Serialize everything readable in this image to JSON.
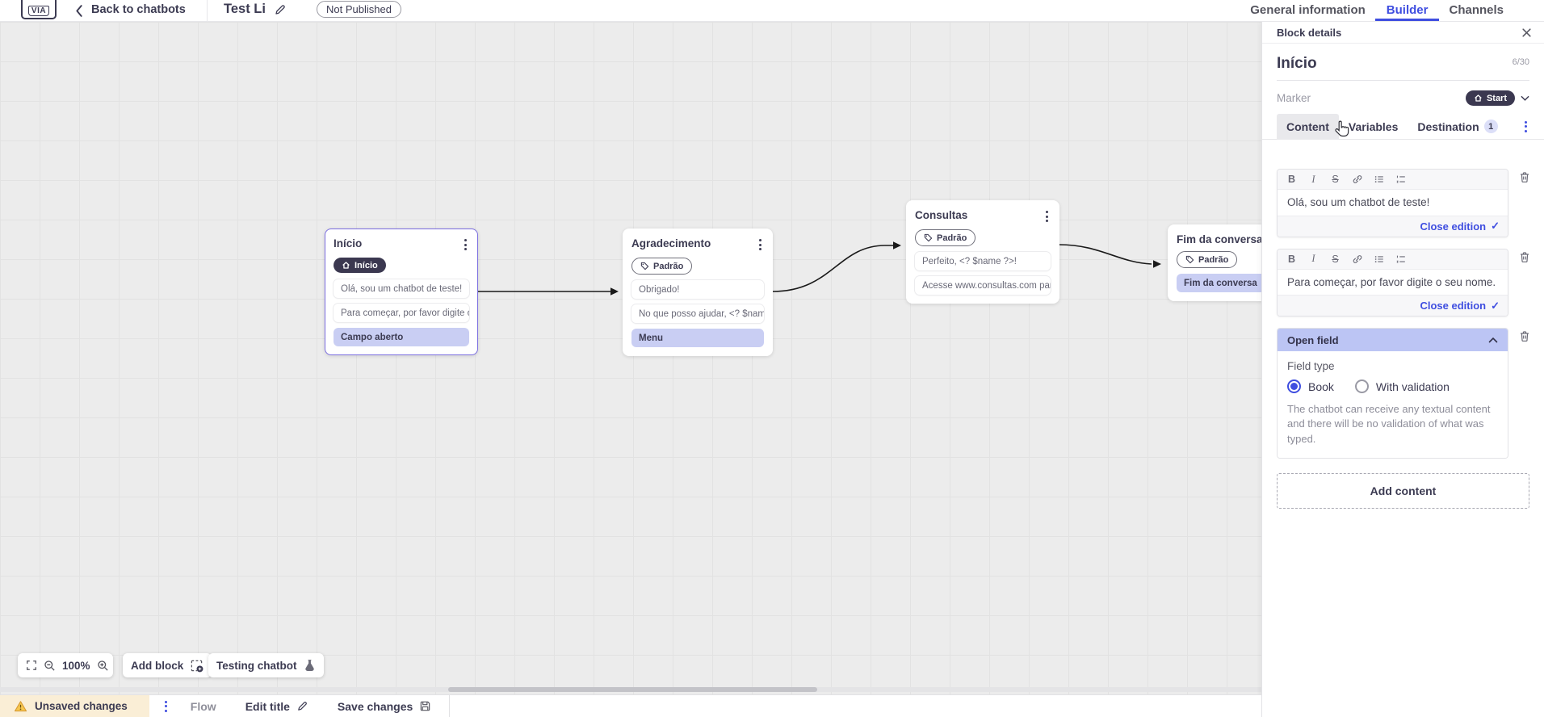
{
  "header": {
    "logo_text": "VIA",
    "back_label": "Back to chatbots",
    "chatbot_title": "Test Li",
    "status_badge": "Not Published",
    "tabs": [
      {
        "label": "General information",
        "active": false
      },
      {
        "label": "Builder",
        "active": true
      },
      {
        "label": "Channels",
        "active": false
      }
    ]
  },
  "canvas": {
    "blocks": [
      {
        "title": "Início",
        "marker": "Início",
        "rows": [
          {
            "text": "Olá, sou um chatbot de teste!"
          },
          {
            "text": "Para começar, por favor digite o ..."
          },
          {
            "text": "Campo aberto"
          }
        ]
      },
      {
        "title": "Agradecimento",
        "marker": "Padrão",
        "rows": [
          {
            "text": "Obrigado!"
          },
          {
            "text": "No que posso ajudar, <? $name ..."
          },
          {
            "text": "Menu"
          }
        ]
      },
      {
        "title": "Consultas",
        "marker": "Padrão",
        "rows": [
          {
            "text": "Perfeito, <? $name ?>!"
          },
          {
            "text": "Acesse www.consultas.com par..."
          }
        ]
      },
      {
        "title": "Fim da conversa",
        "marker": "Padrão",
        "rows": [
          {
            "text": "Fim da conversa"
          }
        ]
      }
    ],
    "toolbar": {
      "zoom_level": "100%",
      "add_block_label": "Add block",
      "testing_label": "Testing chatbot"
    }
  },
  "panel": {
    "header_title": "Block details",
    "block_name": "Início",
    "char_counter": "6/30",
    "marker_label": "Marker",
    "marker_value": "Start",
    "tabs": [
      {
        "label": "Content",
        "active": true
      },
      {
        "label": "Variables",
        "active": false
      },
      {
        "label": "Destination",
        "badge": "1",
        "active": false
      }
    ],
    "editor_toolbar": {
      "bold": "B",
      "italic": "I",
      "strike": "S"
    },
    "editors": [
      {
        "text": "Olá, sou um chatbot de teste!",
        "close_label": "Close edition",
        "check": "✓"
      },
      {
        "text": "Para começar, por favor digite o seu nome.",
        "close_label": "Close edition",
        "check": "✓"
      }
    ],
    "open_field": {
      "title": "Open field",
      "field_type_label": "Field type",
      "options": [
        {
          "label": "Book",
          "selected": true
        },
        {
          "label": "With validation",
          "selected": false
        }
      ],
      "description": "The chatbot can receive any textual content and there will be no validation of what was typed."
    },
    "add_content_label": "Add content"
  },
  "statusbar": {
    "unsaved_label": "Unsaved changes",
    "flow_label": "Flow",
    "edit_title_label": "Edit title",
    "save_label": "Save changes"
  },
  "colors": {
    "accent_blue": "#3f4ee0",
    "marker_dark": "#3b3850",
    "selection_purple": "#7b6ee0",
    "action_row_purple": "#c9cef3",
    "warning_bg": "#faeed6",
    "warning_icon": "#d79a33"
  }
}
